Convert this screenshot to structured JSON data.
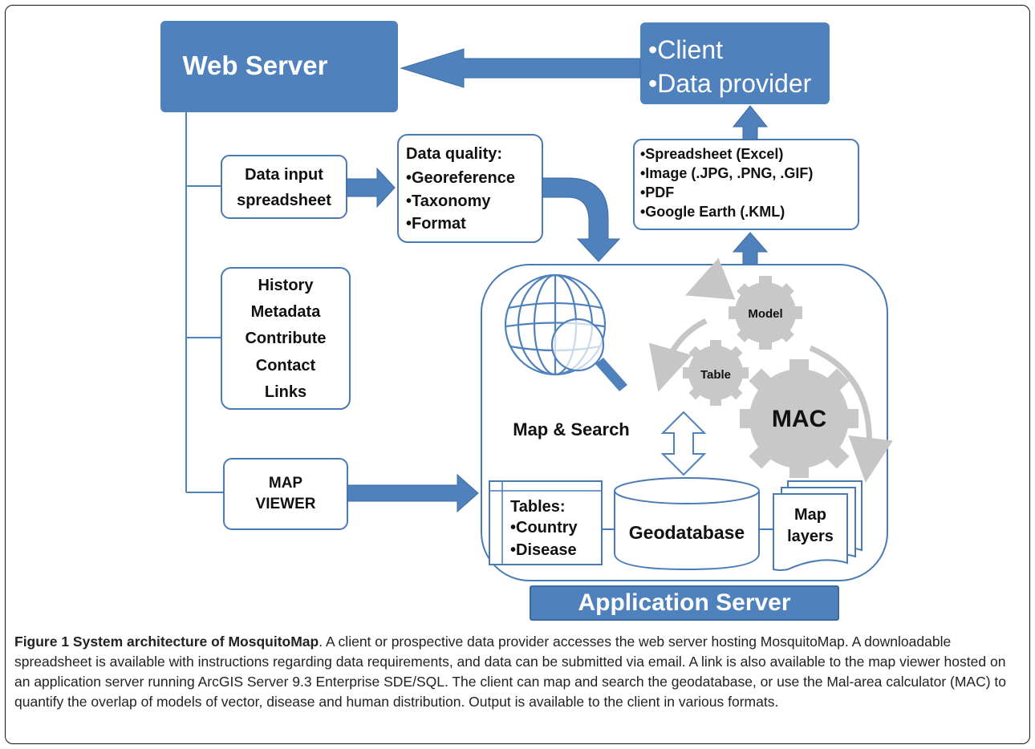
{
  "web_server": {
    "label": "Web Server"
  },
  "client_box": {
    "line1": "•Client",
    "line2": "•Data provider"
  },
  "data_input": {
    "line1": "Data input",
    "line2": "spreadsheet"
  },
  "data_quality": {
    "title": "Data quality:",
    "items": [
      "•Georeference",
      "•Taxonomy",
      "•Format"
    ]
  },
  "outputs": {
    "items": [
      "•Spreadsheet (Excel)",
      "•Image (.JPG, .PNG, .GIF)",
      "•PDF",
      "•Google Earth (.KML)"
    ]
  },
  "menu": {
    "items": [
      "History",
      "Metadata",
      "Contribute",
      "Contact",
      "Links"
    ]
  },
  "map_viewer": {
    "line1": "MAP",
    "line2": "VIEWER"
  },
  "app_server": {
    "label": "Application Server",
    "map_search": "Map & Search",
    "gears": {
      "model": "Model",
      "table": "Table",
      "mac": "MAC"
    },
    "tables": {
      "title": "Tables:",
      "items": [
        "•Country",
        "•Disease"
      ]
    },
    "geodatabase": "Geodatabase",
    "map_layers": {
      "line1": "Map",
      "line2": "layers"
    }
  },
  "colors": {
    "primary_blue": "#4f81bd",
    "box_border": "#4a7ab5",
    "gear_gray": "#c8c8c8",
    "arc_gray": "#c6c6c6"
  },
  "caption": {
    "title": "Figure 1 System architecture of MosquitoMap",
    "body": ". A client or prospective data provider accesses the web server hosting MosquitoMap. A downloadable spreadsheet is available with instructions regarding data requirements, and data can be submitted via email. A link is also available to the map viewer hosted on an application server running ArcGIS Server 9.3 Enterprise SDE/SQL. The client can map and search the geodatabase, or use the Mal-area calculator (MAC) to quantify the overlap of models of vector, disease and human distribution. Output is available to the client in various formats."
  }
}
